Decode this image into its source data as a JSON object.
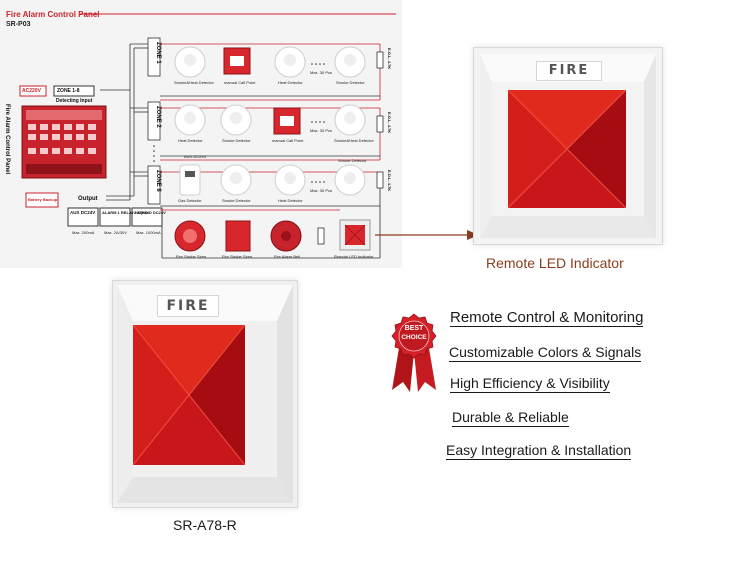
{
  "diagram": {
    "title": "Fire Alarm Control Panel",
    "model": "SR-P03",
    "panel_label": "Fire Alarm Control Panel",
    "ac_label": "AC220V",
    "zone_label": "ZONE 1-8",
    "detecting_input": "Detecting Input",
    "output_label": "Output",
    "battery_label": "Battery Backup",
    "zones": [
      "ZONE 1",
      "ZONE 2",
      "ZONE 8"
    ],
    "row1": [
      "Smoke&Heat Detector",
      "manual Call Point",
      "Heat Detector",
      "Max. 30 Pcs",
      "Smoke Detector"
    ],
    "row2": [
      "Heat Detector",
      "Smoke Detector",
      "manual Call Point",
      "Max. 30 Pcs",
      "Smoke&Heat Detector"
    ],
    "row3": [
      "Gas Detector",
      "Smoke Detector",
      "Heat Detector",
      "Max. 30 Pcs",
      "Smoke Detector"
    ],
    "row3_extra": "AUX DC24V",
    "outputs": [
      {
        "label": "AUX DC24V",
        "max": "Max. 200mA"
      },
      {
        "label": "ALARM 1 RELAY NC|NO",
        "max": "Max. 2A/30V"
      },
      {
        "label": "2 SOUND DC24V",
        "max": "Max. 1000mA"
      }
    ],
    "row4": [
      "Fire Strobe Siren",
      "Fire Strobe Siren",
      "Fire Alarm Bell",
      "Remote LED Indicator"
    ],
    "end_resistor": "E.O.L. 4.7K"
  },
  "top_product": {
    "plate_text": "FIRE",
    "caption": "Remote LED Indicator"
  },
  "bottom_product": {
    "plate_text": "FIRE",
    "caption": "SR-A78-R"
  },
  "badge": {
    "line1": "BEST",
    "line2": "CHOICE"
  },
  "features": [
    "Remote Control & Monitoring",
    "Customizable Colors & Signals",
    "High Efficiency & Visibility",
    "Durable & Reliable",
    "Easy Integration & Installation"
  ],
  "colors": {
    "accent_red": "#c8232c",
    "led_red": "#e01b1b",
    "caption_brown": "#8a3d1e"
  }
}
